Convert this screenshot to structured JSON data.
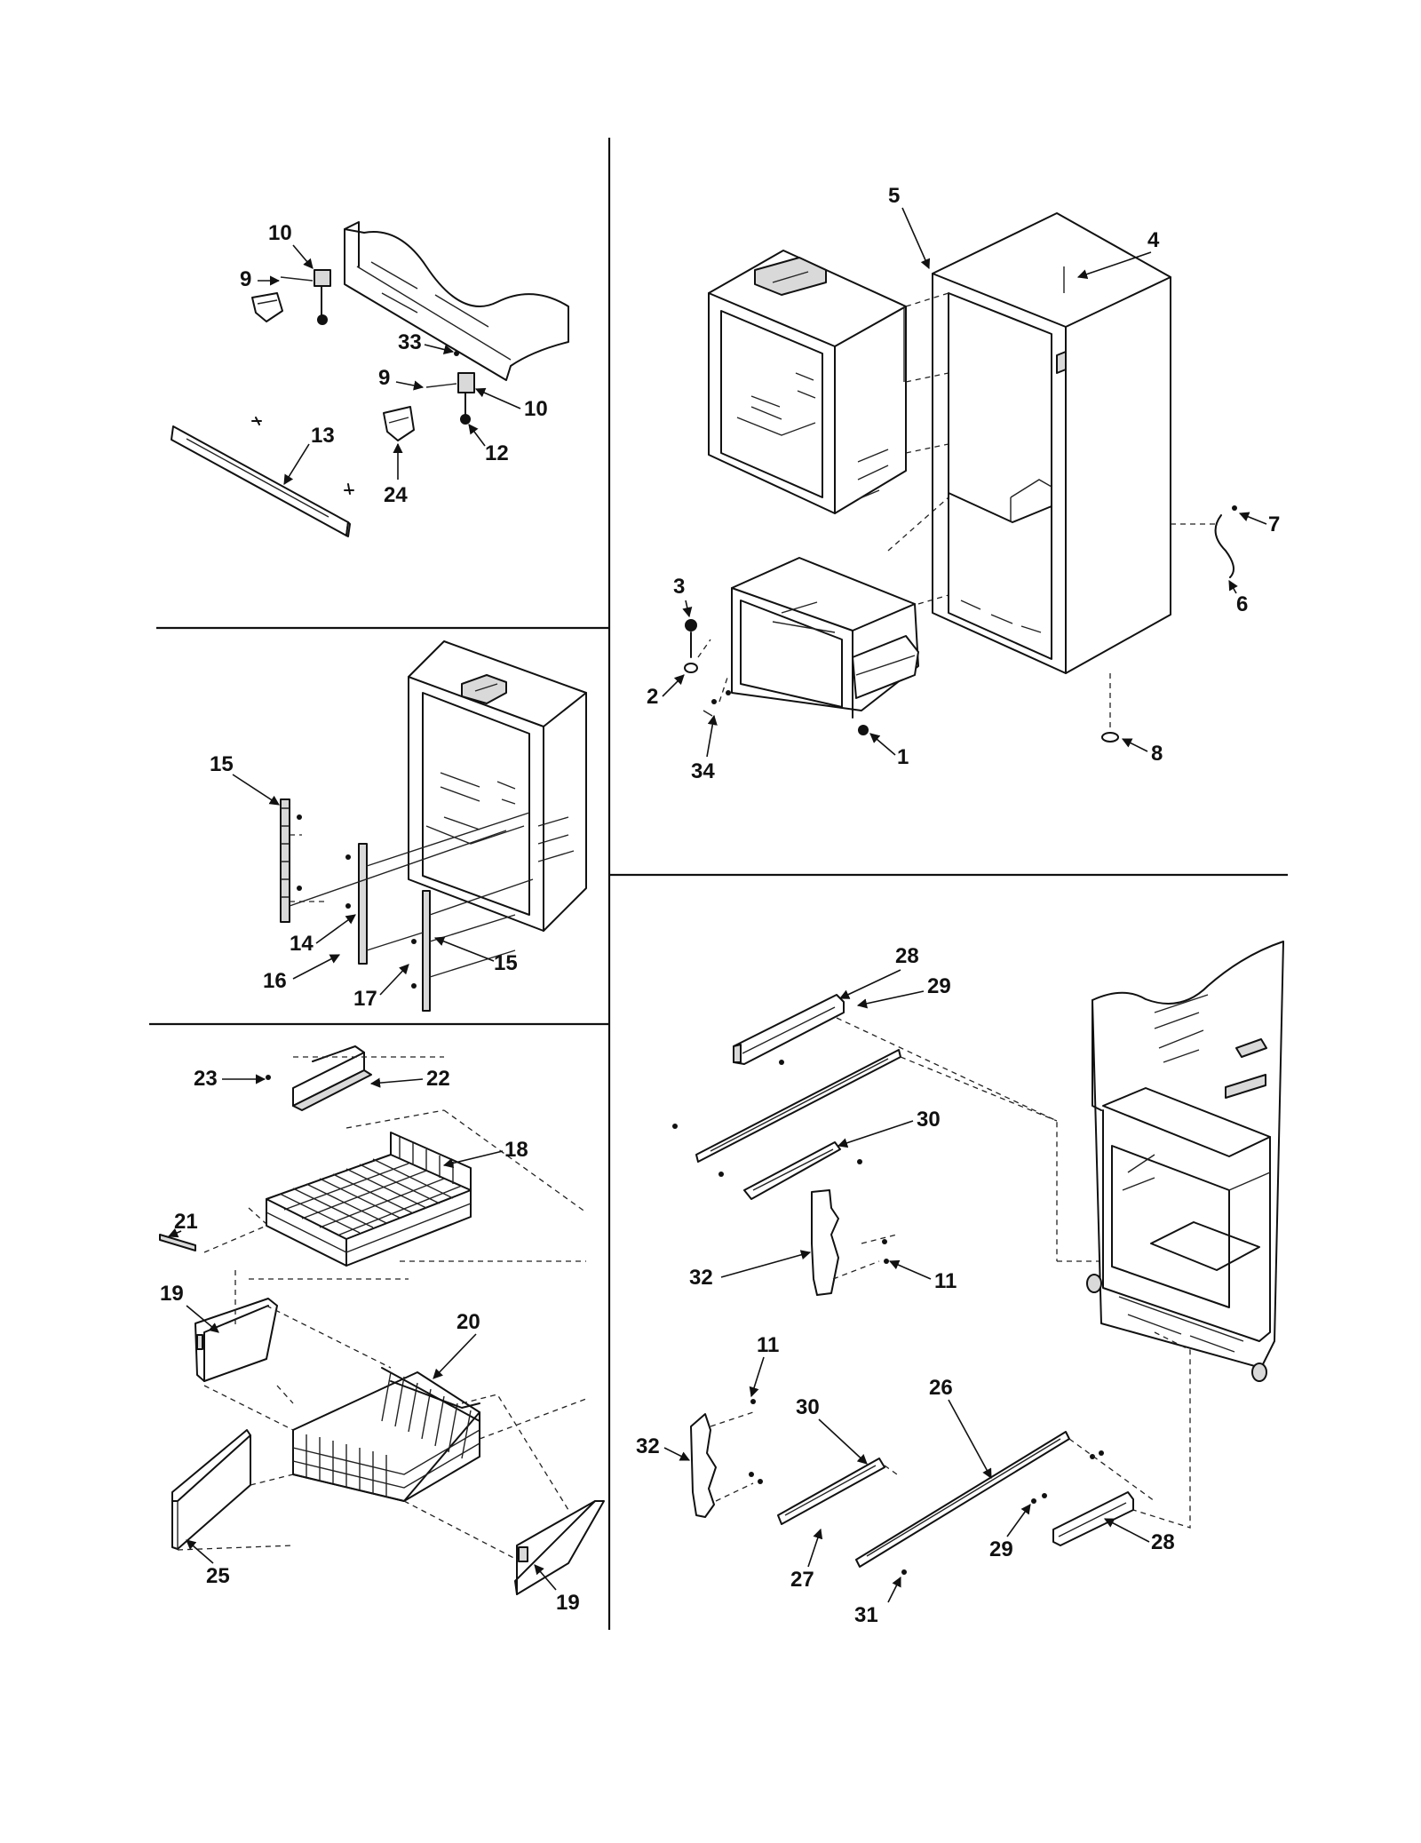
{
  "labels": {
    "p1": "1",
    "p2": "2",
    "p3": "3",
    "p4": "4",
    "p5": "5",
    "p6": "6",
    "p7": "7",
    "p8": "8",
    "p9a": "9",
    "p9b": "9",
    "p10a": "10",
    "p10b": "10",
    "p11a": "11",
    "p11b": "11",
    "p12": "12",
    "p13": "13",
    "p14": "14",
    "p15a": "15",
    "p15b": "15",
    "p16": "16",
    "p17": "17",
    "p18": "18",
    "p19a": "19",
    "p19b": "19",
    "p20": "20",
    "p21": "21",
    "p22": "22",
    "p23": "23",
    "p24": "24",
    "p25": "25",
    "p26": "26",
    "p27": "27",
    "p28a": "28",
    "p28b": "28",
    "p29a": "29",
    "p29b": "29",
    "p30a": "30",
    "p30b": "30",
    "p31": "31",
    "p32a": "32",
    "p32b": "32",
    "p33": "33",
    "p34": "34"
  }
}
